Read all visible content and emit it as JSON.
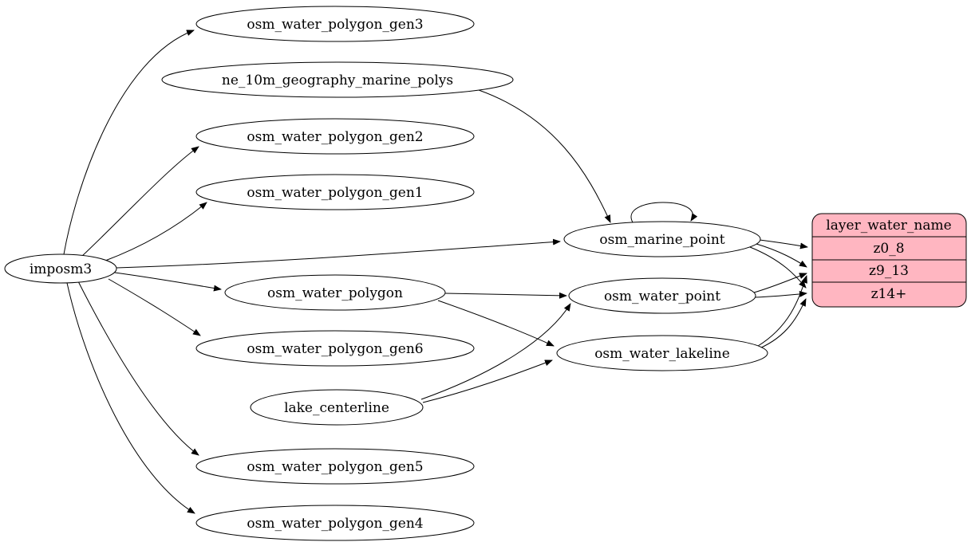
{
  "diagram": {
    "type": "etl-dependency-graph",
    "background": "#ffffff",
    "nodes": {
      "imposm3": "imposm3",
      "osm_water_polygon_gen3": "osm_water_polygon_gen3",
      "ne_10m_geography_marine_polys": "ne_10m_geography_marine_polys",
      "osm_water_polygon_gen2": "osm_water_polygon_gen2",
      "osm_water_polygon_gen1": "osm_water_polygon_gen1",
      "osm_marine_point": "osm_marine_point",
      "osm_water_polygon": "osm_water_polygon",
      "osm_water_point": "osm_water_point",
      "osm_water_polygon_gen6": "osm_water_polygon_gen6",
      "osm_water_lakeline": "osm_water_lakeline",
      "lake_centerline": "lake_centerline",
      "osm_water_polygon_gen5": "osm_water_polygon_gen5",
      "osm_water_polygon_gen4": "osm_water_polygon_gen4"
    },
    "record": {
      "title": "layer_water_name",
      "rows": [
        "z0_8",
        "z9_13",
        "z14+"
      ],
      "fill": "#ffb6c1",
      "stroke": "#000000"
    },
    "edges": [
      "imposm3 -> osm_water_polygon_gen3",
      "imposm3 -> osm_water_polygon_gen2",
      "imposm3 -> osm_water_polygon_gen1",
      "imposm3 -> osm_marine_point",
      "imposm3 -> osm_water_polygon",
      "imposm3 -> osm_water_polygon_gen6",
      "imposm3 -> osm_water_polygon_gen5",
      "imposm3 -> osm_water_polygon_gen4",
      "ne_10m_geography_marine_polys -> osm_marine_point",
      "osm_marine_point -> osm_marine_point",
      "osm_water_polygon -> osm_water_point",
      "osm_water_polygon -> osm_water_lakeline",
      "lake_centerline -> osm_water_lakeline",
      "lake_centerline -> osm_water_point",
      "osm_marine_point -> layer_water_name:z0_8",
      "osm_marine_point -> layer_water_name:z9_13",
      "osm_marine_point -> layer_water_name:z14+",
      "osm_water_point -> layer_water_name:z9_13",
      "osm_water_point -> layer_water_name:z14+",
      "osm_water_lakeline -> layer_water_name:z9_13",
      "osm_water_lakeline -> layer_water_name:z14+"
    ]
  }
}
